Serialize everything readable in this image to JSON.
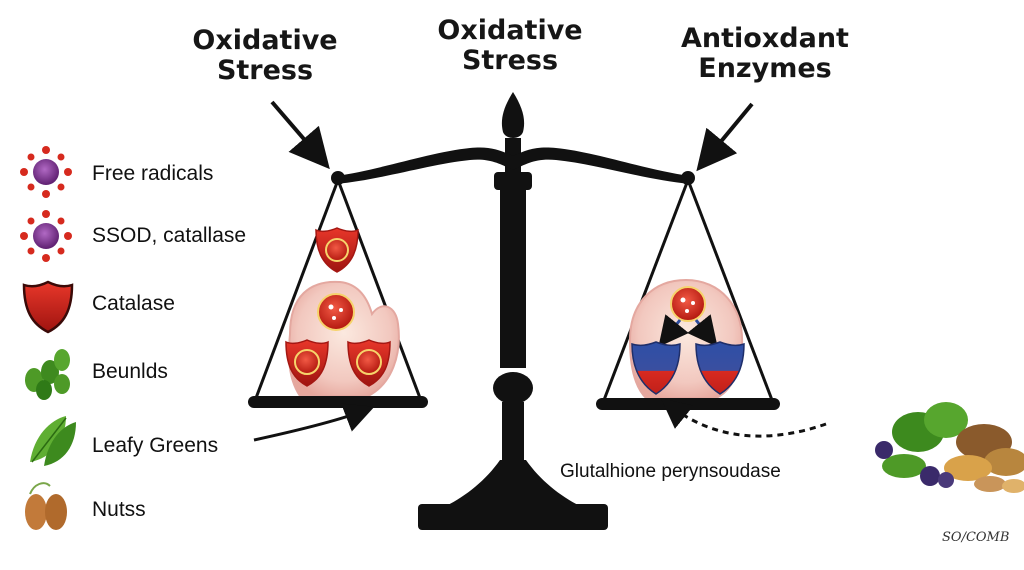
{
  "titles": {
    "left": [
      "Oxidative",
      "Stress"
    ],
    "center": [
      "Oxidative",
      "Stress"
    ],
    "right": [
      "Antioxdant",
      "Enzymes"
    ]
  },
  "legend": [
    {
      "label": "Free radicals",
      "icon": "free-radical-icon"
    },
    {
      "label": "SSOD, catallase",
      "icon": "free-radical-icon"
    },
    {
      "label": "Catalase",
      "icon": "shield-icon"
    },
    {
      "label": "Beunlds",
      "icon": "beans-icon"
    },
    {
      "label": "Leafy Greens",
      "icon": "leafy-greens-icon"
    },
    {
      "label": "Nutss",
      "icon": "nuts-icon"
    }
  ],
  "annotations": {
    "glutathione": "Glutalhione perynsoudase"
  },
  "watermark": "SO/COMB",
  "colors": {
    "beam": "#111111",
    "radical_red": "#d62a1e",
    "radical_purple": "#7a2f8a",
    "shield_blue": "#2c4c9c",
    "cell_pink": "#f2c6c0",
    "leaf_green": "#4c9a2a"
  }
}
